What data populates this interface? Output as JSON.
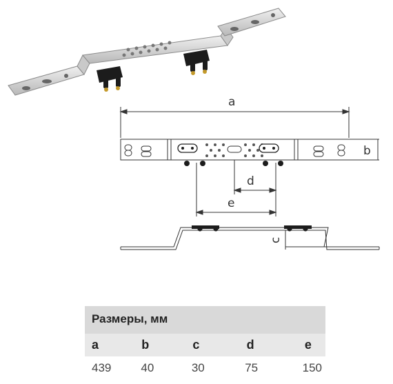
{
  "dimension_labels": {
    "a": "a",
    "b": "b",
    "c": "c",
    "d": "d",
    "e": "e"
  },
  "table": {
    "title": "Размеры, мм",
    "headers": [
      "a",
      "b",
      "c",
      "d",
      "e"
    ],
    "values": [
      "439",
      "40",
      "30",
      "75",
      "150"
    ]
  }
}
